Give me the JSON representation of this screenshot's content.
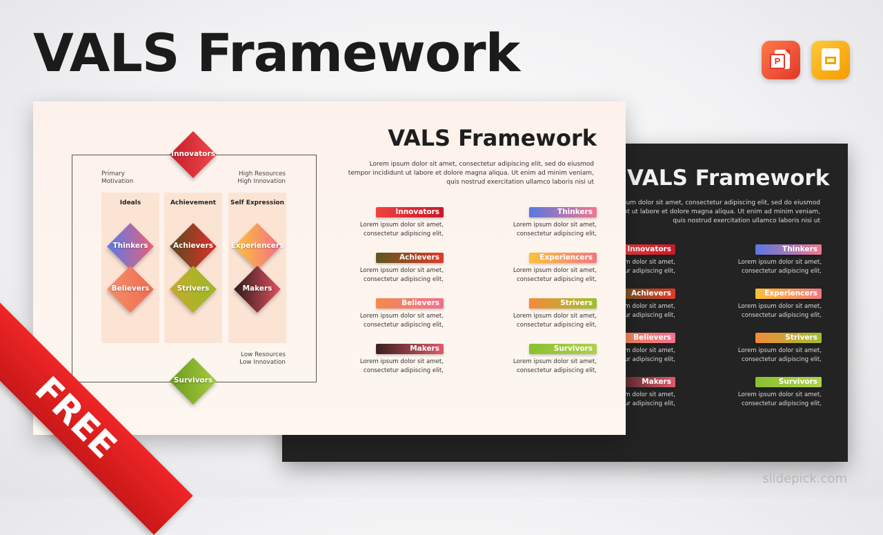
{
  "header": {
    "title": "VALS Framework"
  },
  "apps": {
    "powerpoint_icon": "powerpoint-icon",
    "slides_icon": "google-slides-icon",
    "ppt_letter": "P"
  },
  "slide": {
    "title": "VALS Framework",
    "desc_lines": [
      "Lorem ipsum dolor sit amet, consectetur adipiscing elit, sed do eiusmod",
      "tempor incididunt ut labore et dolore magna aliqua. Ut enim ad minim veniam,",
      "quis nostrud exercitation ullamco laboris nisi ut"
    ],
    "items": [
      {
        "label": "Innovators",
        "colors": [
          "#f04141",
          "#c61a2a"
        ],
        "desc": [
          "Lorem ipsum dolor sit amet,",
          "consectetur adipiscing elit,"
        ]
      },
      {
        "label": "Thinkers",
        "colors": [
          "#5a78e0",
          "#f07890"
        ],
        "desc": [
          "Lorem ipsum dolor sit amet,",
          "consectetur adipiscing elit,"
        ]
      },
      {
        "label": "Achievers",
        "colors": [
          "#5a5a1e",
          "#e03a2a"
        ],
        "desc": [
          "Lorem ipsum dolor sit amet,",
          "consectetur adipiscing elit,"
        ]
      },
      {
        "label": "Experiencers",
        "colors": [
          "#ffc03a",
          "#f07880"
        ],
        "desc": [
          "Lorem ipsum dolor sit amet,",
          "consectetur adipiscing elit,"
        ]
      },
      {
        "label": "Believers",
        "colors": [
          "#f58a4a",
          "#f07090"
        ],
        "desc": [
          "Lorem ipsum dolor sit amet,",
          "consectetur adipiscing elit,"
        ]
      },
      {
        "label": "Strivers",
        "colors": [
          "#f58a3a",
          "#9fbf30"
        ],
        "desc": [
          "Lorem ipsum dolor sit amet,",
          "consectetur adipiscing elit,"
        ]
      },
      {
        "label": "Makers",
        "colors": [
          "#3a2020",
          "#e05a6a"
        ],
        "desc": [
          "Lorem ipsum dolor sit amet,",
          "consectetur adipiscing elit,"
        ]
      },
      {
        "label": "Survivors",
        "colors": [
          "#8ac030",
          "#b0d050"
        ],
        "desc": [
          "Lorem ipsum dolor sit amet,",
          "consectetur adipiscing elit,"
        ]
      }
    ]
  },
  "diagram": {
    "top": {
      "label": "Innovators",
      "colors": [
        "#f0484a",
        "#c41e2c"
      ]
    },
    "bottom": {
      "label": "Survivors",
      "colors": [
        "#a6cc3c",
        "#6a9a20"
      ]
    },
    "corner_tl": [
      "Primary",
      "Motivation"
    ],
    "corner_tr": [
      "High Resources",
      "High Innovation"
    ],
    "corner_br": [
      "Low Resources",
      "Low Innovation"
    ],
    "columns": [
      {
        "header": "Ideals",
        "upper": {
          "label": "Thinkers",
          "colors": [
            "#e8607a",
            "#5a7ae8"
          ]
        },
        "lower": {
          "label": "Believers",
          "colors": [
            "#f26a50",
            "#f2906a"
          ]
        }
      },
      {
        "header": "Achievement",
        "upper": {
          "label": "Achievers",
          "colors": [
            "#e0302a",
            "#5a4a1e"
          ]
        },
        "lower": {
          "label": "Strivers",
          "colors": [
            "#9aba28",
            "#c7a92a"
          ]
        }
      },
      {
        "header": "Self Expression",
        "upper": {
          "label": "Experiencers",
          "colors": [
            "#f27088",
            "#fcc23a"
          ]
        },
        "lower": {
          "label": "Makers",
          "colors": [
            "#e05060",
            "#2e1c1c"
          ]
        }
      }
    ]
  },
  "badge": {
    "text": "FREE"
  },
  "brand": {
    "text": "slidepick.com"
  },
  "colors": {
    "ribbon": "#e62222",
    "dark_bg": "#232323"
  }
}
